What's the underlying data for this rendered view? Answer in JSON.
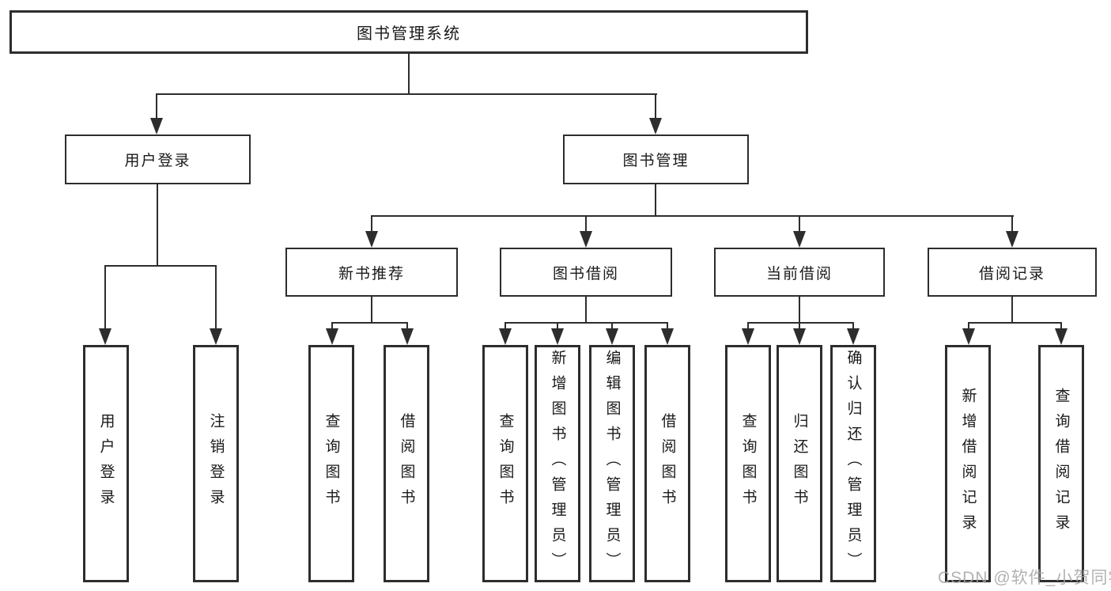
{
  "diagram": {
    "title": "图书管理系统",
    "level2": [
      "用户登录",
      "图书管理"
    ],
    "level3": [
      "新书推荐",
      "图书借阅",
      "当前借阅",
      "借阅记录"
    ],
    "leaves_user_login": [
      "用户登录",
      "注销登录"
    ],
    "leaves_new_book": [
      "查询图书",
      "借阅图书"
    ],
    "leaves_book_borrow": [
      "查询图书",
      "新增图书（管理员）",
      "编辑图书（管理员）",
      "借阅图书"
    ],
    "leaves_current_borrow": [
      "查询图书",
      "归还图书",
      "确认归还（管理员）"
    ],
    "leaves_borrow_records": [
      "新增借阅记录",
      "查询借阅记录"
    ],
    "watermark": "CSDN @软件_小贺同学",
    "colors": {
      "line": "#2d2d2d",
      "text": "#1a1a1a",
      "box_background": "#ffffff",
      "watermark": "#a5a5a5"
    }
  }
}
